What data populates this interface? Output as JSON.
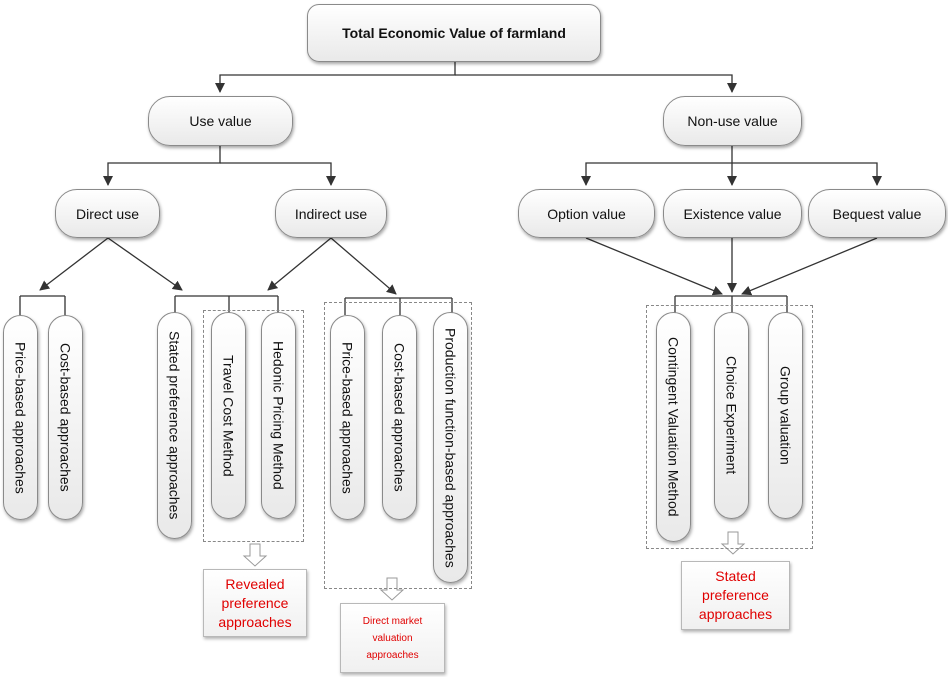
{
  "title": "Total Economic Value of farmland",
  "level1": {
    "use_value": "Use value",
    "non_use_value": "Non-use value"
  },
  "level2": {
    "direct_use": "Direct use",
    "indirect_use": "Indirect use",
    "option_value": "Option value",
    "existence_value": "Existence value",
    "bequest_value": "Bequest value"
  },
  "methods": {
    "direct_price": "Price-based approaches",
    "direct_cost": "Cost-based approaches",
    "stated_preference": "Stated preference approaches",
    "travel_cost": "Travel Cost Method",
    "hedonic": "Hedonic Pricing Method",
    "indirect_price": "Price-based approaches",
    "indirect_cost": "Cost-based approaches",
    "production_function": "Production function-based approaches",
    "contingent_valuation": "Contingent Valuation Method",
    "choice_experiment": "Choice Experiment",
    "group_valuation": "Group valuation"
  },
  "groups": {
    "revealed": "Revealed preference approaches",
    "direct_market": "Direct market valuation approaches",
    "stated": "Stated preference approaches"
  },
  "colors": {
    "note_text": "#e00000",
    "connector": "#333333"
  }
}
